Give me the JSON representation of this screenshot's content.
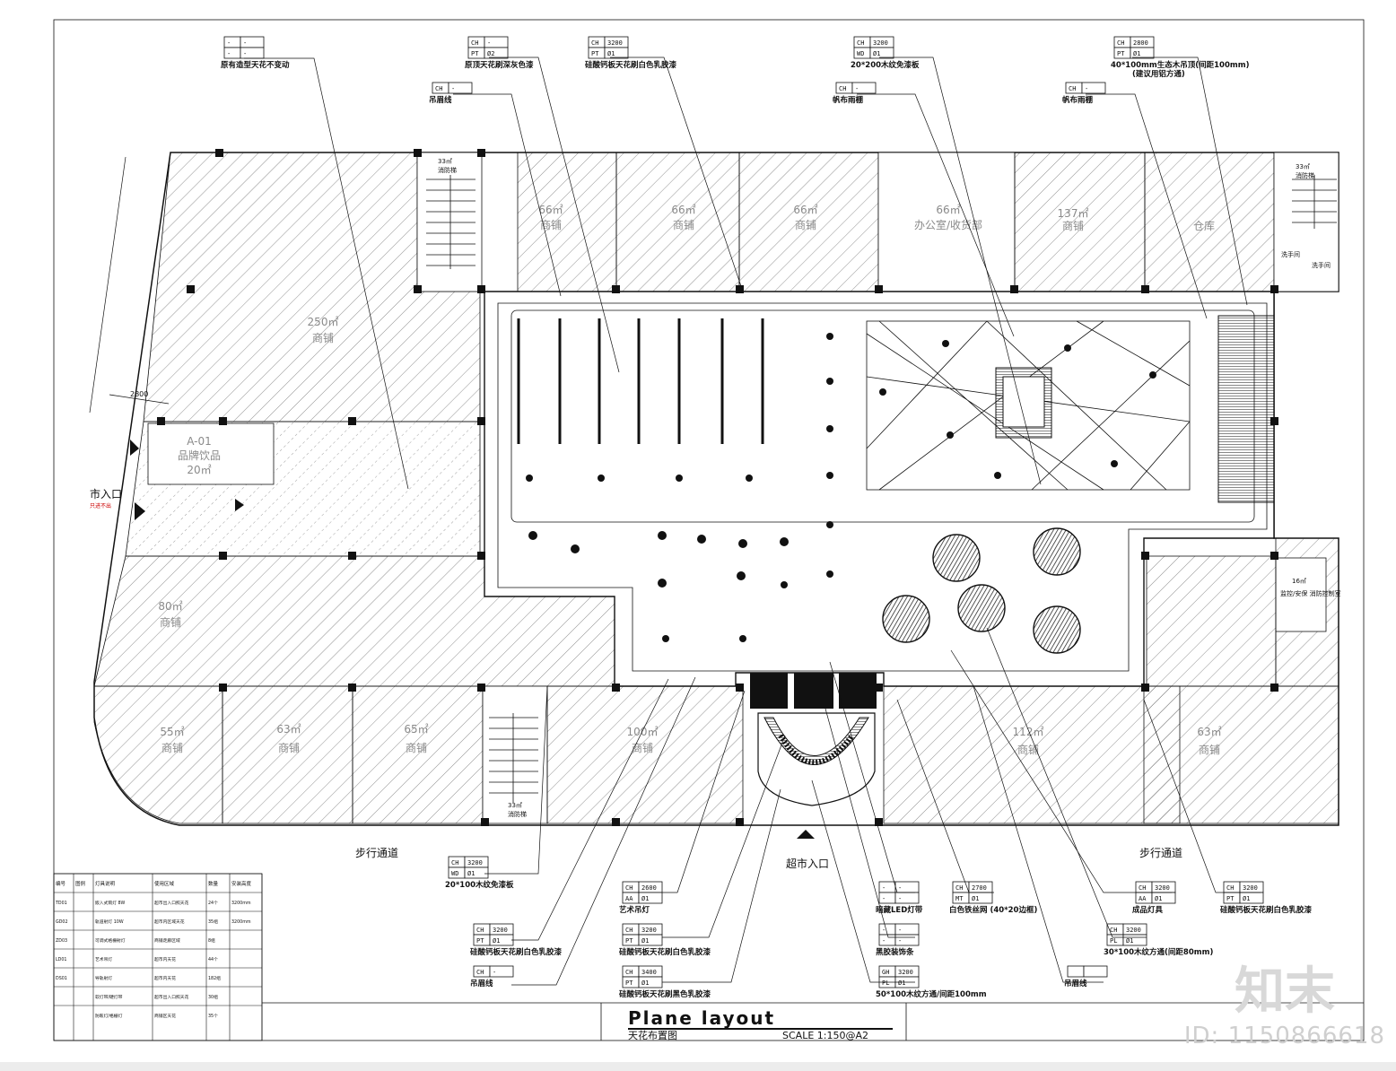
{
  "title": {
    "main": "Plane layout",
    "sub": "天花布置图",
    "scale": "SCALE 1:150@A2"
  },
  "entrances": {
    "market": "市入口",
    "market_note": "只进不出",
    "supermarket": "超市入口"
  },
  "walkways": [
    "步行通道",
    "步行通道"
  ],
  "dimension": "2800",
  "rooms": [
    {
      "area": "250㎡",
      "name": "商铺"
    },
    {
      "area": "A-01",
      "name": "品牌饮品",
      "extra": "20㎡"
    },
    {
      "area": "80㎡",
      "name": "商铺"
    },
    {
      "area": "55㎡",
      "name": "商铺"
    },
    {
      "area": "63㎡",
      "name": "商铺"
    },
    {
      "area": "65㎡",
      "name": "商铺"
    },
    {
      "area": "100㎡",
      "name": "商铺"
    },
    {
      "area": "112㎡",
      "name": "商铺"
    },
    {
      "area": "63㎡",
      "name": "商铺"
    },
    {
      "area": "66㎡",
      "name": "商铺"
    },
    {
      "area": "66㎡",
      "name": "商铺"
    },
    {
      "area": "66㎡",
      "name": "商铺"
    },
    {
      "area": "66㎡",
      "name": "办公室/收货部"
    },
    {
      "area": "137㎡",
      "name": "商铺"
    },
    {
      "area": "",
      "name": "仓库"
    }
  ],
  "small_labels": {
    "stair1": "33㎡",
    "stair1_sub": "消防梯",
    "stair2": "33㎡",
    "stair2_sub": "消防梯",
    "stair3": "33㎡",
    "stair3_sub": "消防梯",
    "wash1": "洗手间",
    "wash2": "洗手间",
    "control": "监控/安保\n消防控制室",
    "control_area": "16㎡"
  },
  "callouts_top": [
    {
      "r1": [
        "-",
        "-"
      ],
      "r2": [
        "-",
        "-"
      ],
      "label": "原有造型天花不变动"
    },
    {
      "r1": [
        "CH",
        "-"
      ],
      "r2": [
        "PT",
        "Ø2"
      ],
      "label": "原顶天花刷深灰色漆"
    },
    {
      "r1": [
        "CH",
        "3200"
      ],
      "r2": [
        "PT",
        "Ø1"
      ],
      "label": "硅酸钙板天花刷白色乳胶漆"
    },
    {
      "r1": [
        "CH",
        "3200"
      ],
      "r2": [
        "WD",
        "Ø1"
      ],
      "label": "20*200木纹免漆板"
    },
    {
      "r1": [
        "CH",
        "2800"
      ],
      "r2": [
        "PT",
        "Ø1"
      ],
      "label": "40*100mm生态木吊顶(间距100mm)",
      "label2": "(建议用铝方通)"
    },
    {
      "r1": [
        "CH",
        "-"
      ],
      "label": "吊眉线"
    },
    {
      "r1": [
        "CH",
        "-"
      ],
      "label": "帆布雨棚"
    },
    {
      "r1": [
        "CH",
        "-"
      ],
      "label": "帆布雨棚"
    }
  ],
  "callouts_bottom": [
    {
      "r1": [
        "CH",
        "3200"
      ],
      "r2": [
        "WD",
        "Ø1"
      ],
      "label": "20*100木纹免漆板"
    },
    {
      "r1": [
        "CH",
        "3200"
      ],
      "r2": [
        "PT",
        "Ø1"
      ],
      "label": "硅酸钙板天花刷白色乳胶漆"
    },
    {
      "r1": [
        "CH",
        "-"
      ],
      "label": "吊眉线"
    },
    {
      "r1": [
        "CH",
        "2600"
      ],
      "r2": [
        "AA",
        "Ø1"
      ],
      "label": "艺术吊灯"
    },
    {
      "r1": [
        "CH",
        "3200"
      ],
      "r2": [
        "PT",
        "Ø1"
      ],
      "label": "硅酸钙板天花刷白色乳胶漆"
    },
    {
      "r1": [
        "CH",
        "3400"
      ],
      "r2": [
        "PT",
        "Ø1"
      ],
      "label": "硅酸钙板天花刷黑色乳胶漆"
    },
    {
      "r1": [
        "-",
        "-"
      ],
      "r2": [
        "-",
        "-"
      ],
      "label": "暗藏LED灯带"
    },
    {
      "r1": [
        "-",
        "-"
      ],
      "r2": [
        "-",
        "-"
      ],
      "label": "黑胶装饰条"
    },
    {
      "r1": [
        "GH",
        "3200"
      ],
      "r2": [
        "PL",
        "Ø1"
      ],
      "label": "50*100木纹方通/间距100mm"
    },
    {
      "r1": [
        "CH",
        "2700"
      ],
      "r2": [
        "MT",
        "Ø1"
      ],
      "label": "白色铁丝网 (40*20边框)"
    },
    {
      "r1": [
        "CH",
        "3200"
      ],
      "r2": [
        "PL",
        "Ø1"
      ],
      "label": "30*100木纹方通(间距80mm)"
    },
    {
      "r1": [
        "CH",
        "3200"
      ],
      "r2": [
        "AA",
        "Ø1"
      ],
      "label": "成品灯具"
    },
    {
      "r1": [
        "CH",
        "3200"
      ],
      "r2": [
        "PT",
        "Ø1"
      ],
      "label": "硅酸钙板天花刷白色乳胶漆"
    },
    {
      "r1": [
        "",
        ""
      ],
      "label": "吊眉线"
    }
  ],
  "legend": {
    "headers": [
      "编号",
      "图例",
      "灯具说明",
      "使用区域",
      "数量",
      "安装高度"
    ],
    "rows": [
      [
        "TD01",
        "",
        "嵌入式筒灯 8W",
        "超市出入口照天花",
        "24个",
        "3200mm"
      ],
      [
        "GD02",
        "",
        "轨道射灯 10W",
        "超市内区域天花",
        "35组",
        "3200mm"
      ],
      [
        "ZD03",
        "",
        "可调式格栅射灯",
        "商铺走廊区域",
        "8组",
        ""
      ],
      [
        "LD01",
        "",
        "艺术吊灯",
        "超市内天花",
        "44个",
        ""
      ],
      [
        "DS01",
        "",
        "导轨射灯",
        "超市内天花",
        "182组",
        ""
      ],
      [
        "",
        "",
        "软灯带/硬灯带",
        "超市出入口照天花",
        "30组",
        ""
      ],
      [
        "",
        "",
        "防眩灯/格栅灯",
        "商铺区天花",
        "35个",
        ""
      ]
    ]
  },
  "watermark": {
    "logo": "知末",
    "id": "ID: 1150866618"
  }
}
